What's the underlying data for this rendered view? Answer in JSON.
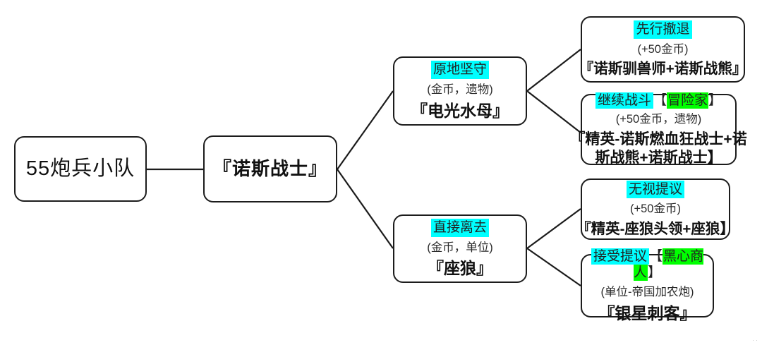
{
  "diagram": {
    "colors": {
      "highlight_cyan": "#00ffff",
      "highlight_green": "#00ff00",
      "line": "#1c1c1c"
    },
    "nodes": {
      "root": {
        "title": "55炮兵小队"
      },
      "norse_warrior": {
        "title": "『诺斯战士』"
      },
      "hold_position": {
        "label": "原地坚守",
        "reward": "(金币，遗物)",
        "result": "『电光水母』"
      },
      "leave_directly": {
        "label": "直接离去",
        "reward": "(金币，单位)",
        "result": "『座狼』"
      },
      "retreat_first": {
        "label": "先行撤退",
        "reward": "(+50金币)",
        "result": "『诺斯驯兽师+诺斯战熊』"
      },
      "continue_fight": {
        "label": "继续战斗",
        "tag_open": "【",
        "tag": "冒险家",
        "tag_close": "】",
        "reward": "(+50金币，遗物)",
        "result": "『精英-诺斯燃血狂战士+诺斯战熊+诺斯战士】"
      },
      "ignore_offer": {
        "label": "无视提议",
        "reward": "(+50金币)",
        "result": "『精英-座狼头领+座狼】"
      },
      "accept_offer": {
        "label": "接受提议",
        "tag_open": "【",
        "tag": "黑心商人",
        "tag_close": "】",
        "reward": "(单位-帝国加农炮)",
        "result": "『银星刺客』"
      }
    }
  }
}
